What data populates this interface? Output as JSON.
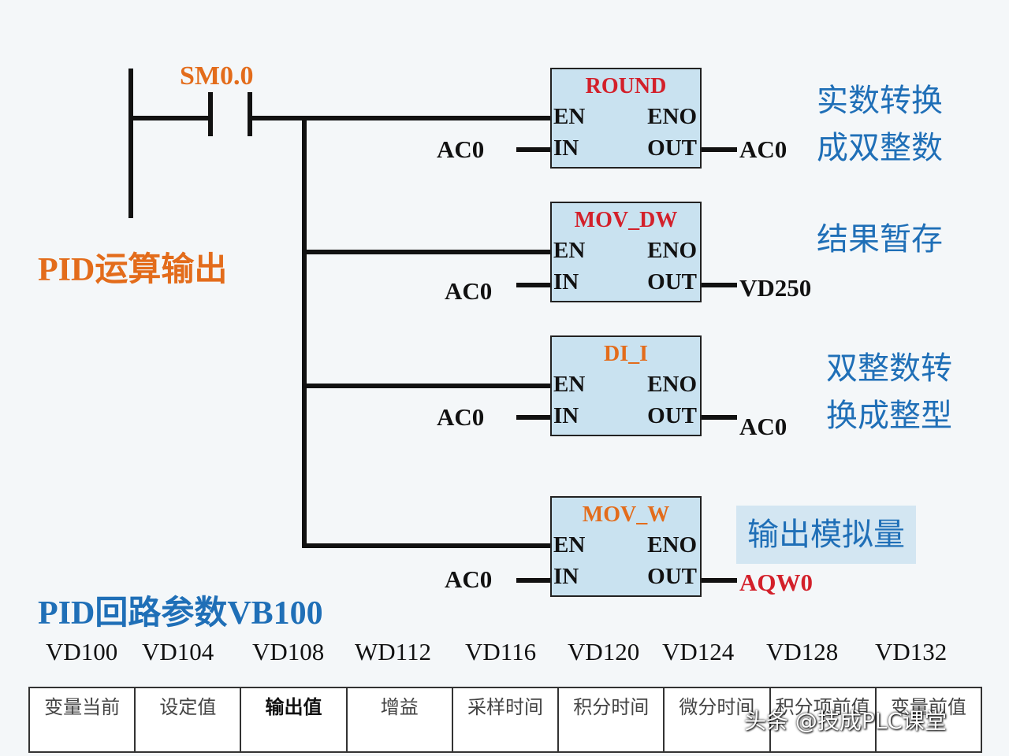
{
  "contact": {
    "label": "SM0.0"
  },
  "rung_title": "PID运算输出",
  "blocks": [
    {
      "name": "ROUND",
      "en": "EN",
      "eno": "ENO",
      "in_pin": "IN",
      "out_pin": "OUT",
      "input": "AC0",
      "output": "AC0",
      "note_lines": [
        "实数转换",
        "成双整数"
      ]
    },
    {
      "name": "MOV_DW",
      "en": "EN",
      "eno": "ENO",
      "in_pin": "IN",
      "out_pin": "OUT",
      "input": "AC0",
      "output": "VD250",
      "note_lines": [
        "结果暂存"
      ]
    },
    {
      "name": "DI_I",
      "en": "EN",
      "eno": "ENO",
      "in_pin": "IN",
      "out_pin": "OUT",
      "input": "AC0",
      "output": "AC0",
      "note_lines": [
        "双整数转",
        "换成整型"
      ]
    },
    {
      "name": "MOV_W",
      "en": "EN",
      "eno": "ENO",
      "in_pin": "IN",
      "out_pin": "OUT",
      "input": "AC0",
      "output": "AQW0",
      "note_lines": [
        "输出模拟量"
      ]
    }
  ],
  "pid_params": {
    "title": "PID回路参数VB100",
    "addresses": [
      "VD100",
      "VD104",
      "VD108",
      "WD112",
      "VD116",
      "VD120",
      "VD124",
      "VD128",
      "VD132"
    ],
    "columns": [
      "变量当前",
      "设定值",
      "输出值",
      "增益",
      "采样时间",
      "积分时间",
      "微分时间",
      "积分项前值",
      "变量前值"
    ]
  },
  "watermark": "头条 @技成PLC课堂",
  "colors": {
    "orange": "#e36c1b",
    "blue": "#1f6fb7",
    "red": "#d3202a",
    "block_fill": "#c9e2f0"
  }
}
